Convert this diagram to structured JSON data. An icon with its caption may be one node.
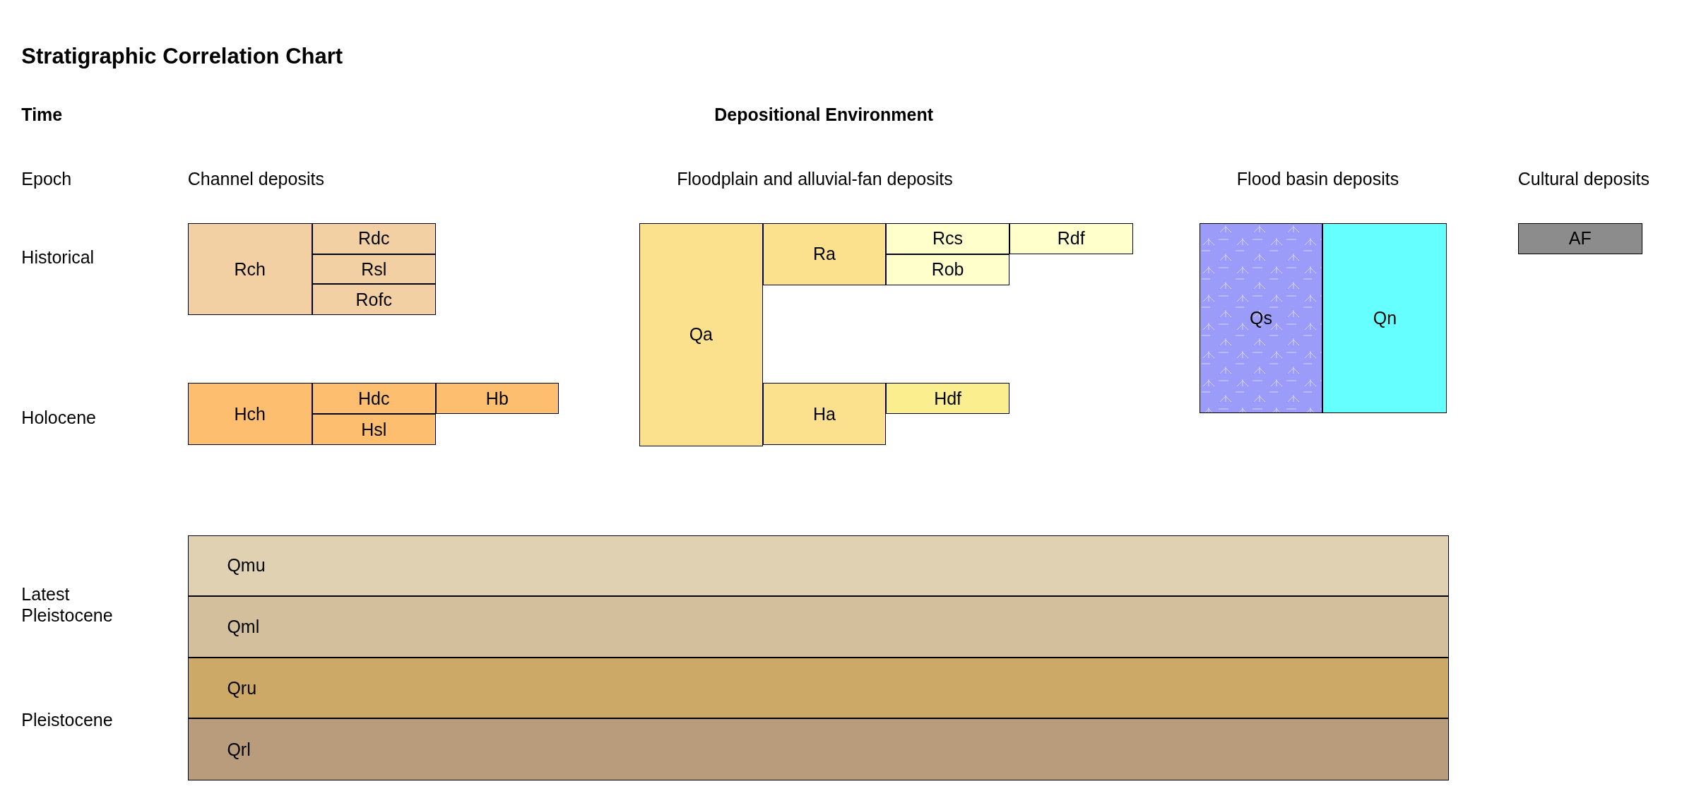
{
  "diagram": {
    "title": "Stratigraphic Correlation Chart",
    "nodes": [
      {
        "text": [
          "Rch"
        ]
      },
      {
        "text": [
          "Rdc"
        ]
      },
      {
        "text": [
          "Rsl"
        ]
      },
      {
        "text": [
          "Rofc"
        ]
      },
      {
        "text": [
          "Hch"
        ]
      },
      {
        "text": [
          "Hdc"
        ]
      },
      {
        "text": [
          "Hb"
        ]
      },
      {
        "text": [
          "Hsl"
        ]
      },
      {
        "text": [
          "Qa"
        ]
      },
      {
        "text": [
          "Ra"
        ]
      },
      {
        "text": [
          "Rcs"
        ]
      },
      {
        "text": [
          "Rdf"
        ]
      },
      {
        "text": [
          "Rob"
        ]
      },
      {
        "text": [
          "Ha"
        ]
      },
      {
        "text": [
          "Hdf"
        ]
      },
      {
        "text": [
          "Qs"
        ]
      },
      {
        "text": [
          "Qn"
        ]
      },
      {
        "text": [
          "AF"
        ]
      },
      {
        "text": [
          "Qmu"
        ]
      },
      {
        "text": [
          "Qml"
        ]
      },
      {
        "text": [
          "Qru"
        ]
      },
      {
        "text": [
          "Qrl"
        ]
      }
    ],
    "labels": [
      "Time",
      "Depositional Environment",
      "Epoch",
      "Channel deposits",
      "Floodplain and alluvial-fan deposits",
      "Flood basin deposits",
      "Cultural deposits",
      "Historical",
      "Holocene",
      "Latest Pleistocene",
      "Pleistocene"
    ]
  }
}
